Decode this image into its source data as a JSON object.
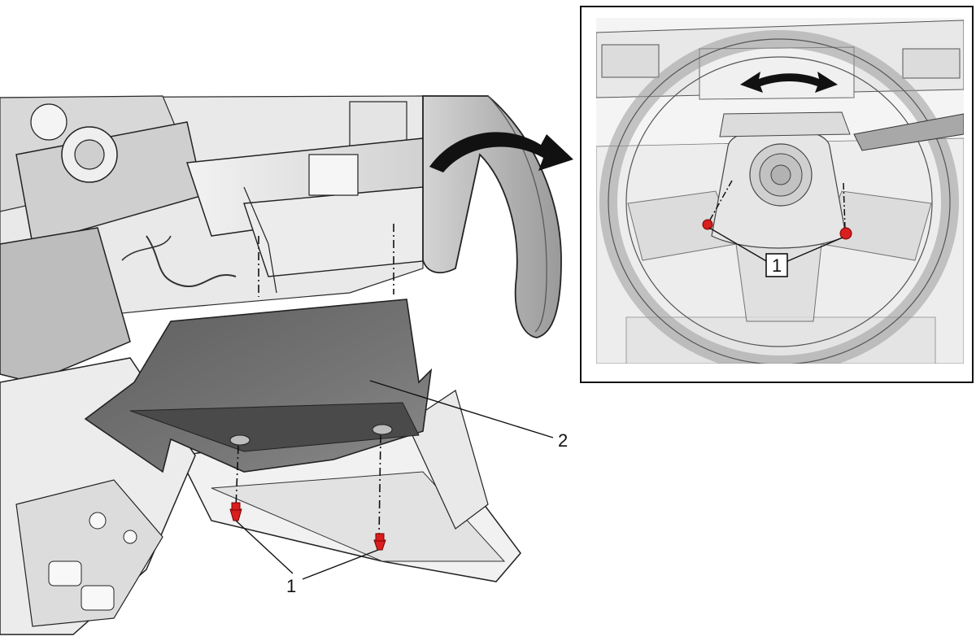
{
  "main_view": {
    "callouts": [
      {
        "id": "fastener",
        "label": "1"
      },
      {
        "id": "lower-cover",
        "label": "2"
      }
    ],
    "fastener_color": "#d81e1e",
    "cover_color": "#676767"
  },
  "inset_view": {
    "callout_label": "1",
    "fastener_color": "#d81e1e"
  }
}
